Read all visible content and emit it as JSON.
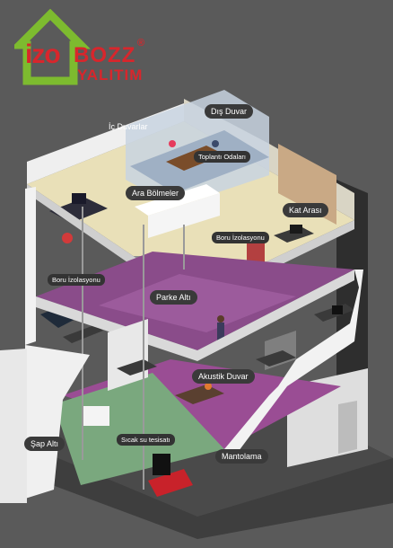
{
  "brand": {
    "logo_line1_a": "izo",
    "logo_line1_b": "BOZZ",
    "registered": "®",
    "logo_line2": "YALITIM"
  },
  "labels": {
    "dis_duvar": "Dış Duvar",
    "ic_duvarlar": "İç Duvarlar",
    "toplanti_odalari": "Toplantı Odaları",
    "ara_bolmeler": "Ara Bölmeler",
    "kat_arasi": "Kat Arası",
    "boru_izolasyonu_right": "Boru İzolasyonu",
    "boru_izolasyonu_left": "Boru İzolasyonu",
    "parke_alti": "Parke Altı",
    "akustik_duvar": "Akustik Duvar",
    "sicak_su_tesisati": "Sıcak su tesisatı",
    "sap_alti": "Şap Altı",
    "mantolama": "Mantolama"
  },
  "colors": {
    "background": "#5a5a5a",
    "brand_red": "#d8262c",
    "brand_green": "#7dbb2f",
    "floor_top": "#e9e0b8",
    "floor_mid": "#8a4c8a",
    "floor_ground": "#7aa87e",
    "wall_white": "#f2f2f2",
    "slab_dark": "#3b3b3b"
  }
}
